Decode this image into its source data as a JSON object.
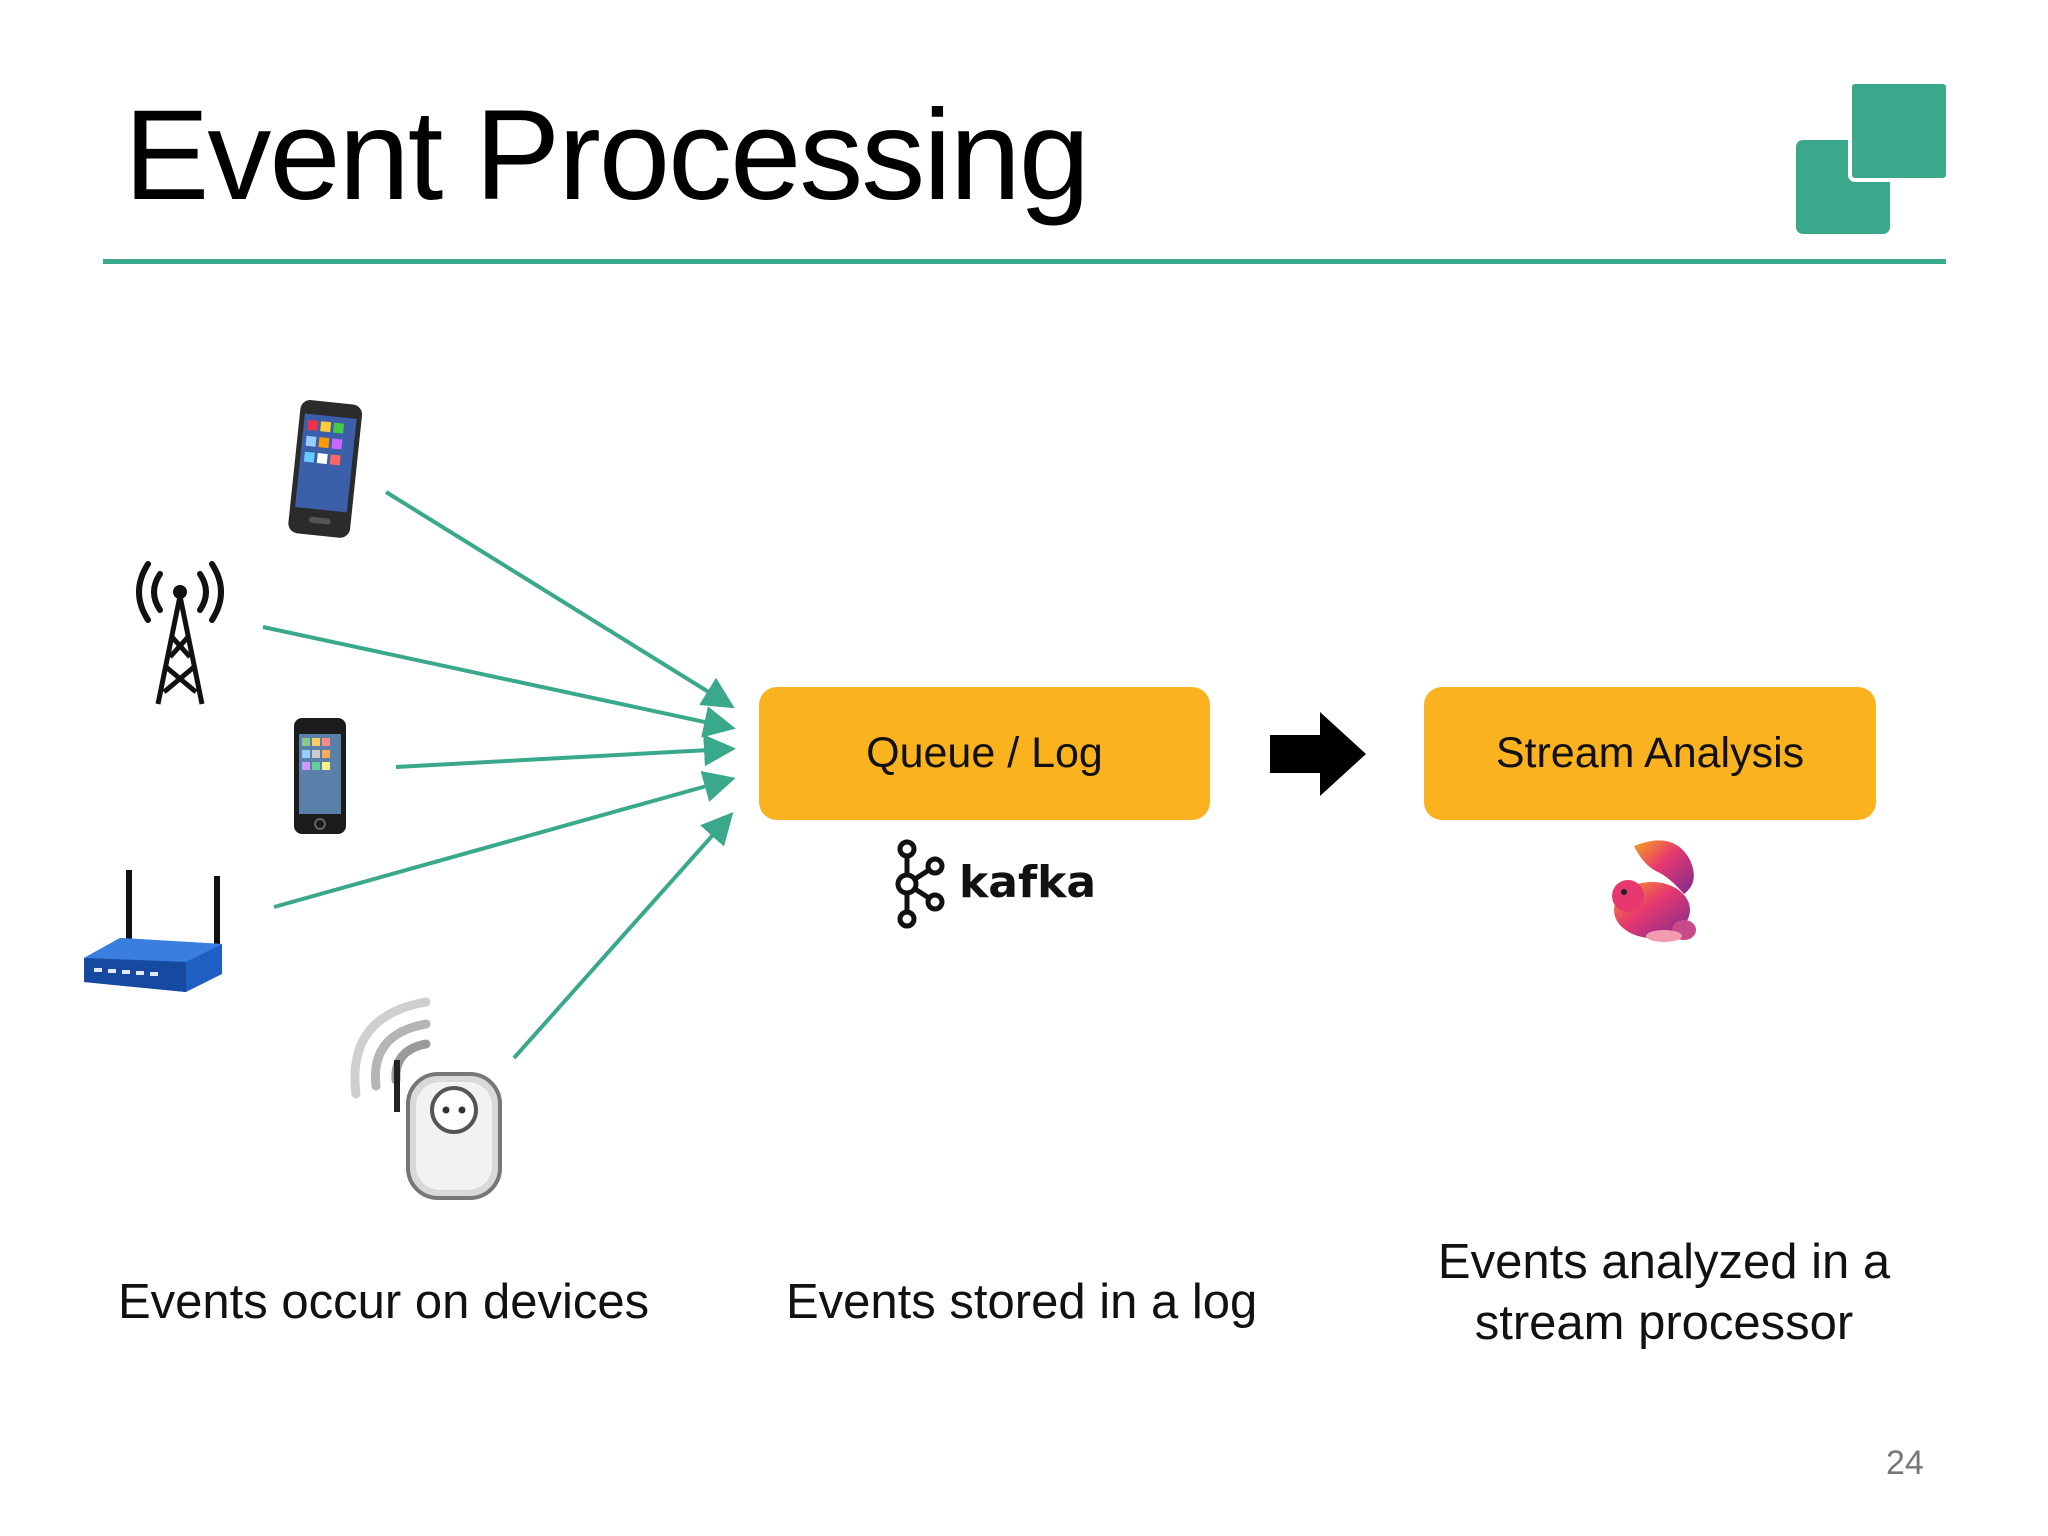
{
  "slide": {
    "title": "Event Processing",
    "page_number": "24",
    "accent_color": "#3aa88a",
    "box_color": "#fbb21f"
  },
  "devices": {
    "icons": [
      "smartphone-icon",
      "radio-tower-icon",
      "iphone-icon",
      "wifi-router-icon",
      "smart-plug-icon"
    ]
  },
  "queue": {
    "label": "Queue / Log",
    "logo_text": "kafka"
  },
  "stream": {
    "label": "Stream Analysis",
    "logo": "flink-squirrel-icon"
  },
  "captions": {
    "devices": "Events occur on devices",
    "log": "Events stored in a log",
    "stream_line1": "Events analyzed in a",
    "stream_line2": "stream processor"
  }
}
